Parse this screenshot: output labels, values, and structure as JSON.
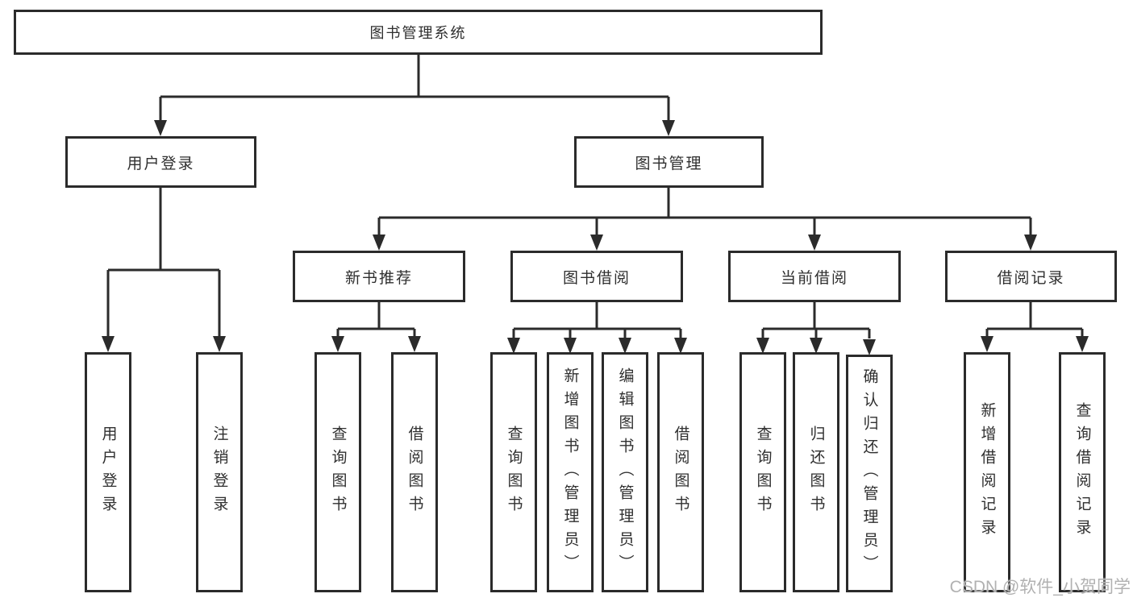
{
  "root": {
    "label": "图书管理系统"
  },
  "branches": [
    {
      "label": "用户登录",
      "children": [
        {
          "label": "用户登录"
        },
        {
          "label": "注销登录"
        }
      ]
    },
    {
      "label": "图书管理",
      "children": [
        {
          "label": "新书推荐",
          "children": [
            {
              "label": "查询图书"
            },
            {
              "label": "借阅图书"
            }
          ]
        },
        {
          "label": "图书借阅",
          "children": [
            {
              "label": "查询图书"
            },
            {
              "label": "新增图书（管理员）"
            },
            {
              "label": "编辑图书（管理员）"
            },
            {
              "label": "借阅图书"
            }
          ]
        },
        {
          "label": "当前借阅",
          "children": [
            {
              "label": "查询图书"
            },
            {
              "label": "归还图书"
            },
            {
              "label": "确认归还（管理员）"
            }
          ]
        },
        {
          "label": "借阅记录",
          "children": [
            {
              "label": "新增借阅记录"
            },
            {
              "label": "查询借阅记录"
            }
          ]
        }
      ]
    }
  ],
  "watermark": {
    "text": "CSDN @软件_小贺同学"
  },
  "colors": {
    "line": "#2b2b2b",
    "text": "#2f2f2f",
    "background": "#ffffff",
    "watermark_text": "#b1b1b1"
  }
}
